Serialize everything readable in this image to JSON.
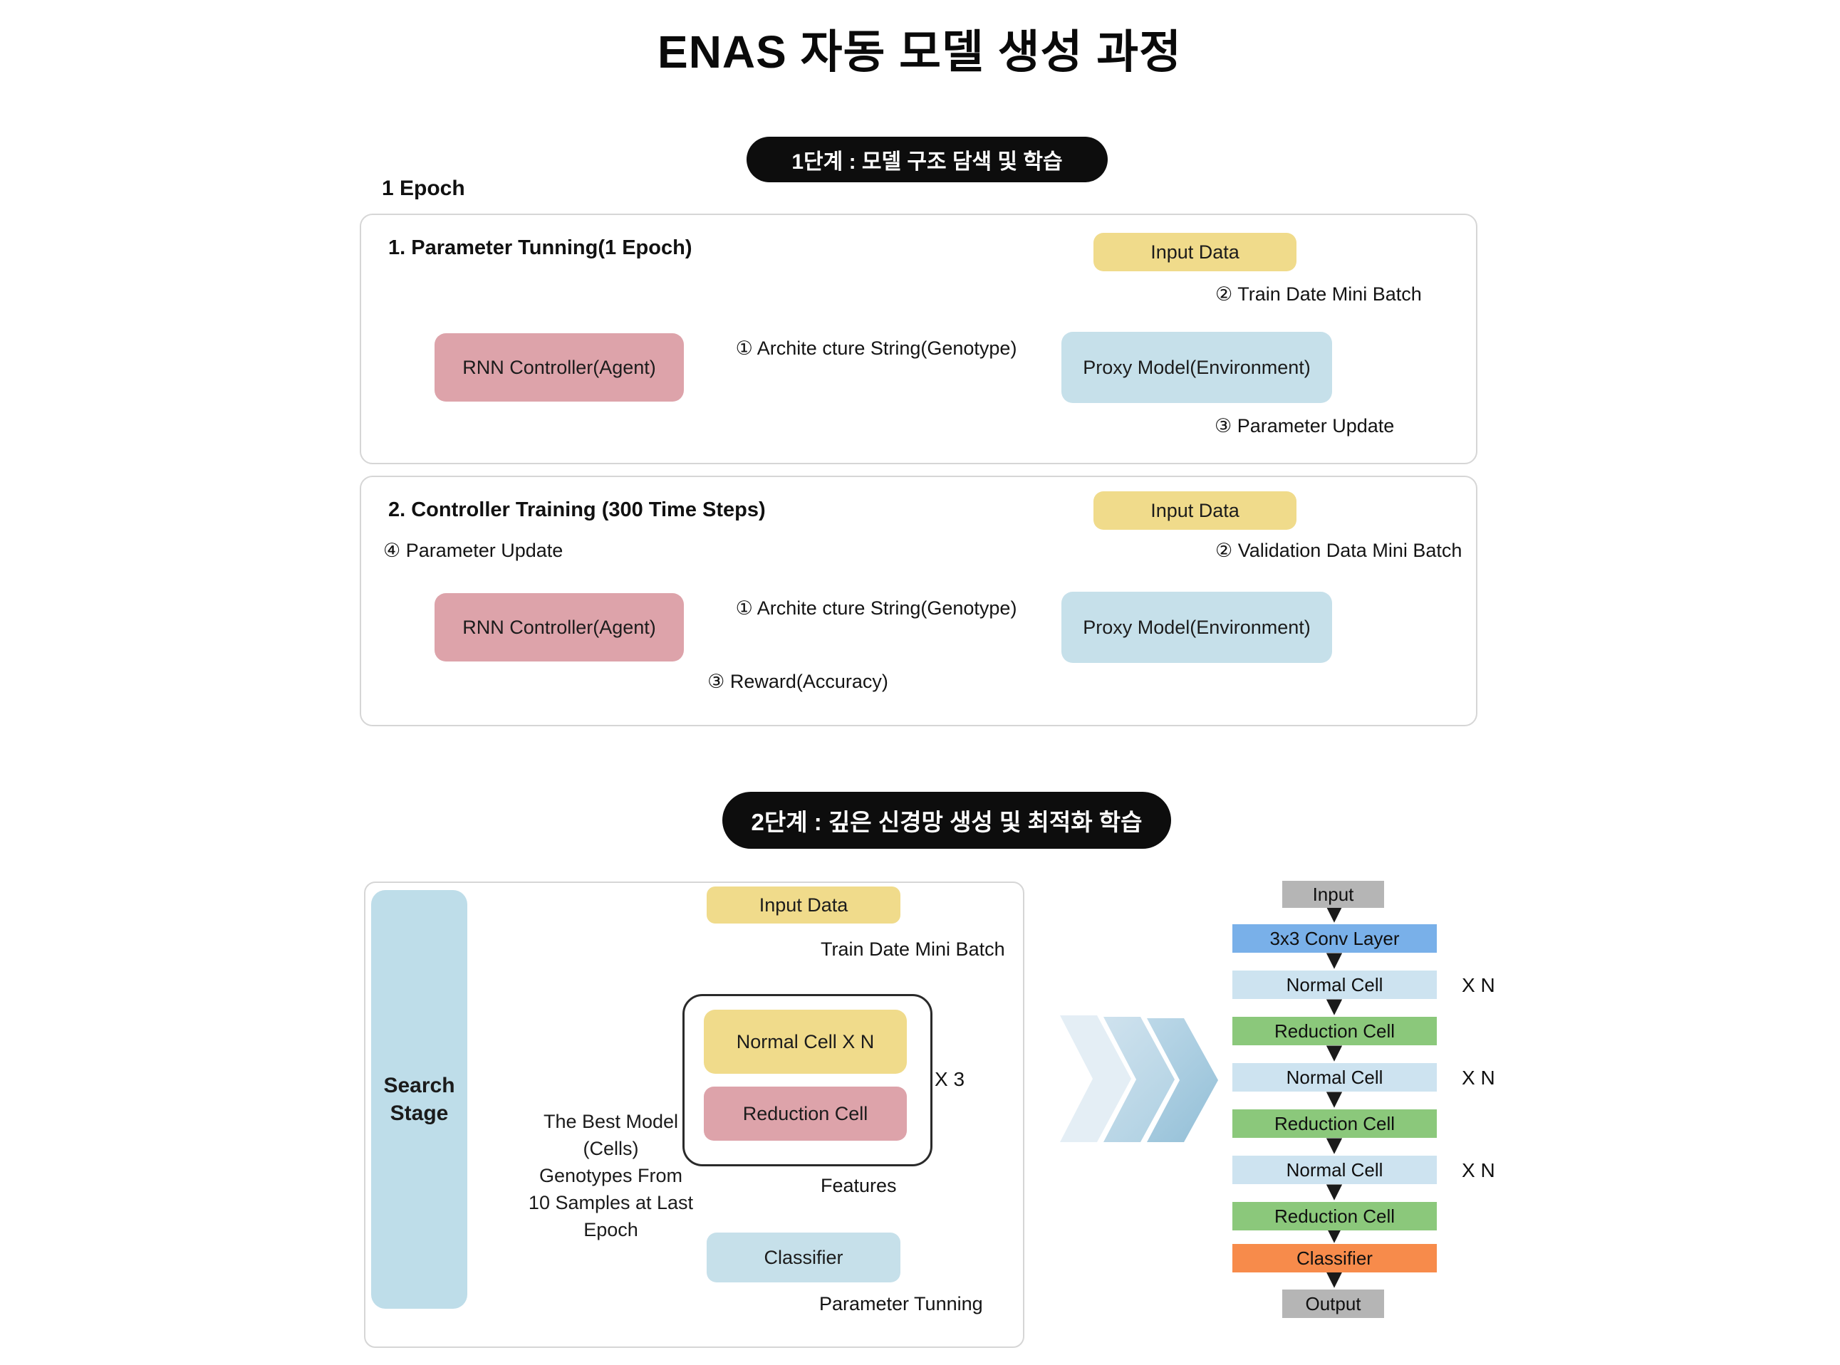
{
  "title": "ENAS 자동 모델 생성 과정",
  "colors": {
    "badge_bg": "#0d0d0d",
    "yellow_node": "#f0db8b",
    "pink_node": "#dda3aa",
    "blue_node": "#c6e0ea",
    "search_stage_blue": "#bedde9",
    "thick_arrow_blue": "#a9cfe2",
    "conv_layer_blue": "#79b0e9",
    "normal_cell_blue": "#cde3f0",
    "reduction_cell_green": "#8bc87b",
    "classifier_orange": "#f78b4b",
    "io_gray": "#b5b5b5",
    "line_dark": "#1a1a1a"
  },
  "stage1": {
    "badge": "1단계 : 모델 구조 담색 및 학습",
    "epoch_label": "1 Epoch",
    "param_tuning_box": {
      "heading": "1. Parameter Tunning(1 Epoch)",
      "input_data_label": "Input Data",
      "train_batch_label": "② Train Date Mini Batch",
      "rnn_label": "RNN Controller(Agent)",
      "arch_string_label": "① Archite cture String(Genotype)",
      "proxy_label": "Proxy Model(Environment)",
      "param_update_label": "③ Parameter Update"
    },
    "controller_box": {
      "heading": "2. Controller Training (300 Time Steps)",
      "param_update_label": "④ Parameter Update",
      "rnn_label": "RNN Controller(Agent)",
      "arch_string_label": "① Archite cture String(Genotype)",
      "input_data_label": "Input Data",
      "validation_batch_label": "② Validation Data Mini Batch",
      "proxy_label": "Proxy Model(Environment)",
      "reward_label": "③ Reward(Accuracy)"
    }
  },
  "stage2": {
    "badge": "2단계 : 깊은 신경망 생성 및 최적화 학습",
    "search_stage_label": "Search Stage",
    "arrow_caption_lines": [
      "The Best Model",
      "(Cells)",
      "Genotypes From",
      "10 Samples at Last",
      "Epoch"
    ],
    "pipeline": {
      "input_data_label": "Input Data",
      "train_batch_label": "Train Date Mini Batch",
      "normal_cell_label": "Normal Cell X N",
      "reduction_cell_label": "Reduction Cell",
      "repeat_label": "X 3",
      "features_label": "Features",
      "classifier_label": "Classifier",
      "param_tunning_label": "Parameter Tunning"
    },
    "final_model": {
      "rows": [
        "Input",
        "3x3 Conv Layer",
        "Normal Cell",
        "Reduction Cell",
        "Normal Cell",
        "Reduction Cell",
        "Normal Cell",
        "Reduction Cell",
        "Classifier",
        "Output"
      ],
      "xn_label": "X N"
    }
  }
}
